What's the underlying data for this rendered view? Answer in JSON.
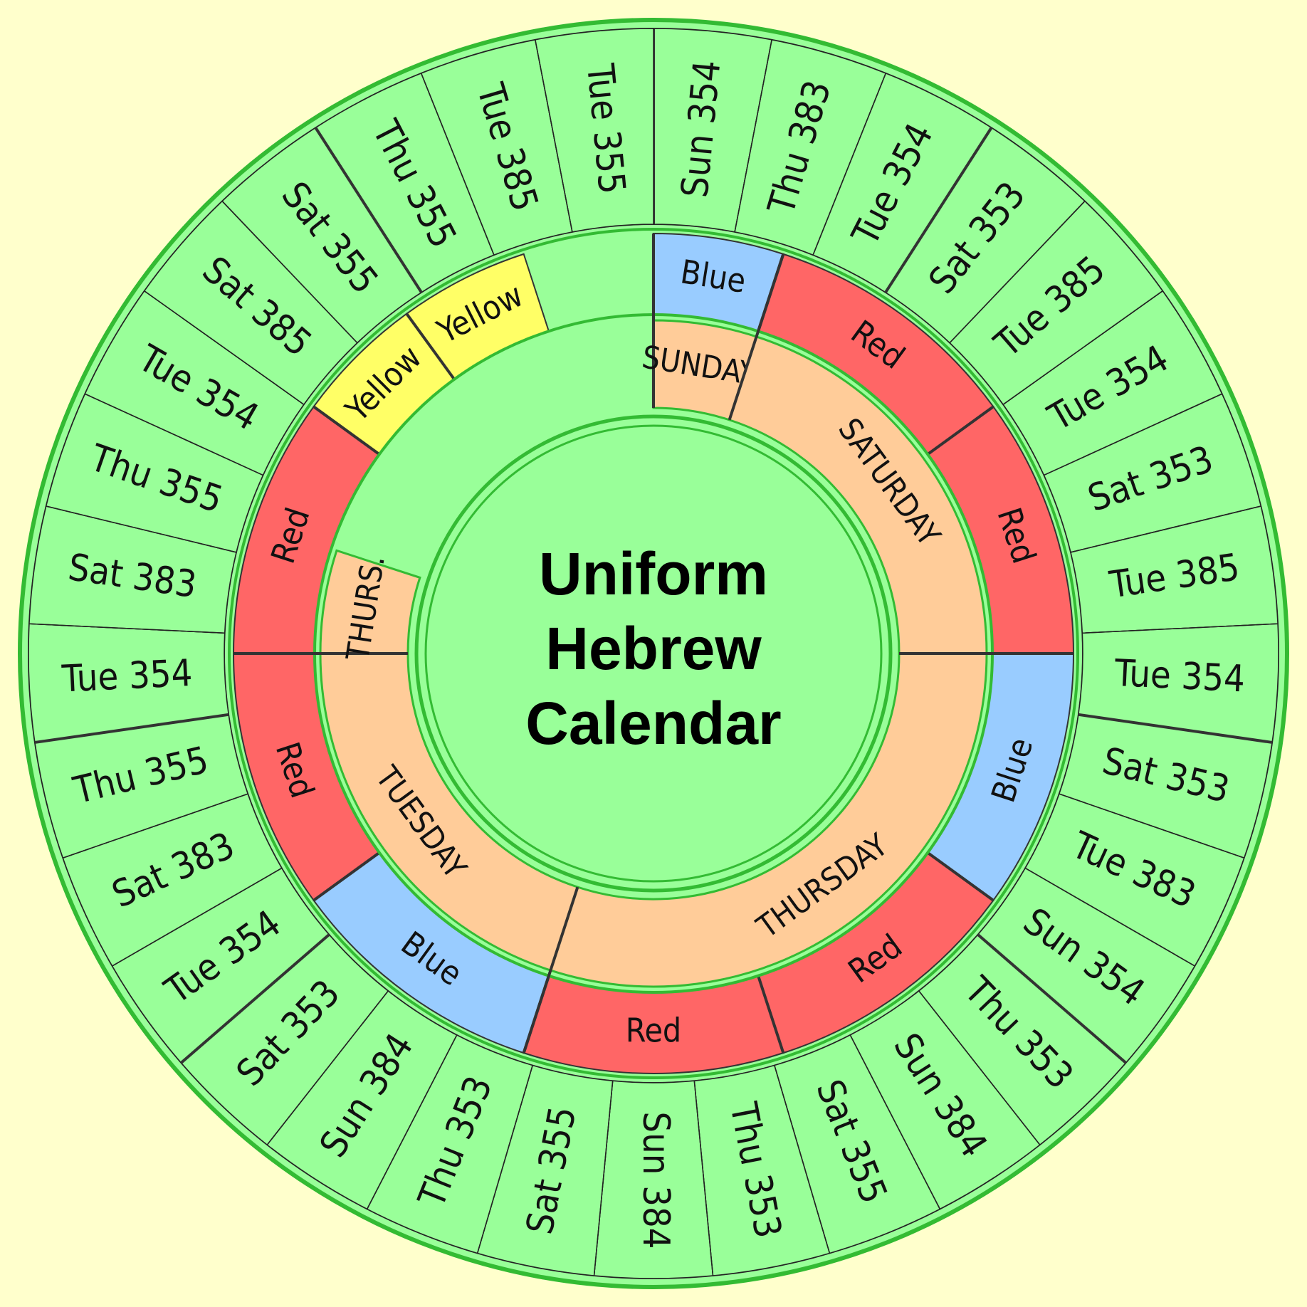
{
  "title": [
    "Uniform",
    "Hebrew",
    "Calendar"
  ],
  "colors": {
    "background": "#ffffcc",
    "green": "#99ff99",
    "red": "#ff6666",
    "blue": "#99ccff",
    "yellow": "#ffff66",
    "peach": "#ffcc99",
    "ring_line": "#33bb33",
    "divider": "#333333"
  },
  "day_ring": [
    {
      "label": "SUNDAY",
      "span": 2
    },
    {
      "label": "SATURDAY",
      "span": 8
    },
    {
      "label": "THURSDAY",
      "span": 12
    },
    {
      "label": "TUESDAY",
      "span": 8
    },
    {
      "label": "THURS.",
      "span": 2
    }
  ],
  "color_ring": [
    {
      "label": "Blue",
      "color": "blue",
      "span": 2
    },
    {
      "label": "Red",
      "color": "red",
      "span": 4
    },
    {
      "label": "Red",
      "color": "red",
      "span": 4
    },
    {
      "label": "Blue",
      "color": "blue",
      "span": 4
    },
    {
      "label": "Red",
      "color": "red",
      "span": 4
    },
    {
      "label": "Red",
      "color": "red",
      "span": 4
    },
    {
      "label": "Blue",
      "color": "blue",
      "span": 4
    },
    {
      "label": "Red",
      "color": "red",
      "span": 4
    },
    {
      "label": "Red",
      "color": "red",
      "span": 4
    },
    {
      "label": "Yellow",
      "color": "yellow",
      "span": 2
    },
    {
      "label": "Yellow",
      "color": "yellow",
      "span": 2
    }
  ],
  "year_ring": [
    "Sun 354",
    "Thu 383",
    "Tue 354",
    "Sat 353",
    "Tue 385",
    "Tue 354",
    "Sat 353",
    "Tue 385",
    "Tue 354",
    "Sat 353",
    "Tue 383",
    "Sun 354",
    "Thu 353",
    "Sun 384",
    "Sat 355",
    "Thu 353",
    "Sun 384",
    "Sat 355",
    "Thu 353",
    "Sun 384",
    "Sat 353",
    "Tue 354",
    "Sat 383",
    "Thu 355",
    "Tue 354",
    "Sat 383",
    "Thu 355",
    "Tue 354",
    "Sat 385",
    "Sat 355",
    "Thu 355",
    "Tue 385",
    "Tue 355"
  ],
  "year_dividers_after": [
    2,
    8,
    11,
    20,
    23,
    29
  ]
}
